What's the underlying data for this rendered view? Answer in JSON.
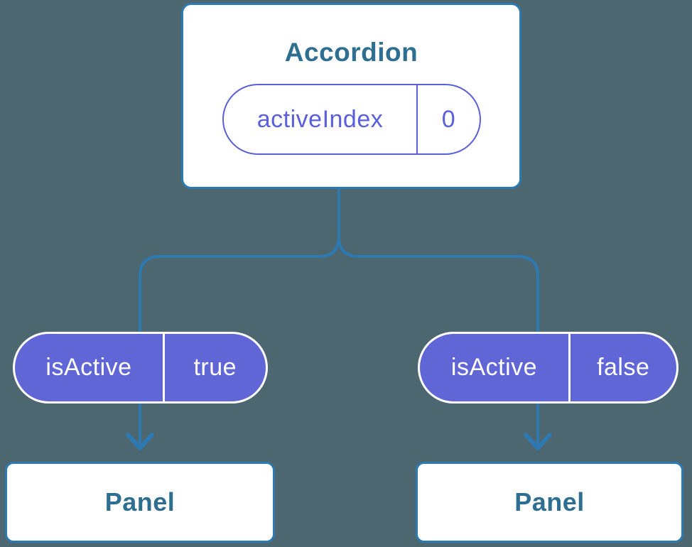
{
  "diagram": {
    "root": {
      "title": "Accordion",
      "prop_name": "activeIndex",
      "prop_value": "0"
    },
    "children": [
      {
        "prop_name": "isActive",
        "prop_value": "true",
        "panel_label": "Panel"
      },
      {
        "prop_name": "isActive",
        "prop_value": "false",
        "panel_label": "Panel"
      }
    ],
    "colors": {
      "background": "#4d6770",
      "connector_blue": "#2d7ab3",
      "node_text_blue": "#2d6e91",
      "pill_fill_purple": "#6066d5",
      "pill_outline_purple": "#5a5fdc",
      "node_fill": "#ffffff"
    }
  }
}
